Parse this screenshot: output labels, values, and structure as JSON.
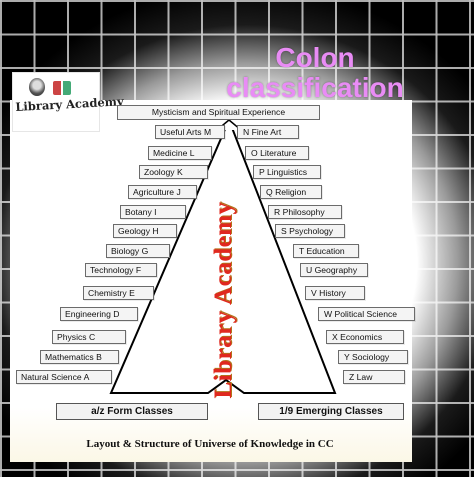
{
  "title_line1": "Colon",
  "title_line2": "classification",
  "logo_text": "Library Academy",
  "top_class": "Mysticism and Spiritual Experience",
  "left_classes": [
    "Useful Arts M",
    "Medicine  L",
    "Zoology  K",
    "Agriculture  J",
    "Botany    I",
    "Geology   H",
    "Biology    G",
    "Technology  F",
    "Chemistry  E",
    "Engineering  D",
    "Physics    C",
    "Mathematics  B",
    "Natural Science  A"
  ],
  "right_classes": [
    "N  Fine Art",
    "O  Literature",
    "P  Linguistics",
    "Q Religion",
    "R  Philosophy",
    "S  Psychology",
    "T  Education",
    "U  Geography",
    "V  History",
    "W  Political Science",
    "X  Economics",
    "Y  Sociology",
    "Z  Law"
  ],
  "bottom_left": "a/z Form Classes",
  "bottom_right": "1/9  Emerging Classes",
  "watermark": "Library Academy",
  "caption": "Layout & Structure of Universe of Knowledge in CC",
  "colors": {
    "title": "#e98cf5",
    "watermark": "#e0281f",
    "frame": "#000000"
  }
}
